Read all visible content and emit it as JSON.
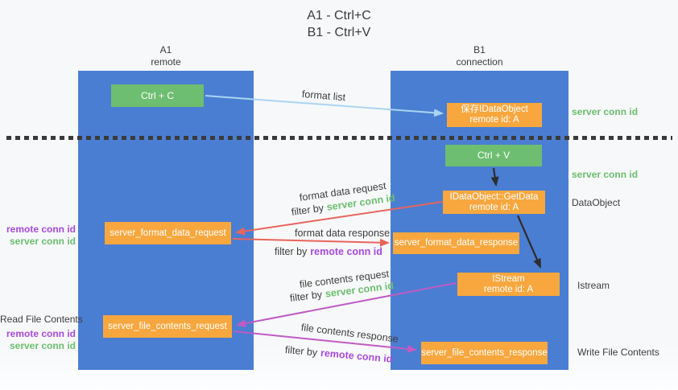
{
  "title": {
    "line1": "A1 - Ctrl+C",
    "line2": "B1 - Ctrl+V"
  },
  "lanes": {
    "left": {
      "name": "A1",
      "subtitle": "remote"
    },
    "right": {
      "name": "B1",
      "subtitle": "connection"
    }
  },
  "nodes": {
    "ctrl_c": "Ctrl + C",
    "ctrl_v": "Ctrl + V",
    "save_idataobject": {
      "line1": "保存IDataObject",
      "line2": "remote id: A"
    },
    "getdata": {
      "line1": "IDataObject::GetData",
      "line2": "remote id: A"
    },
    "istream": {
      "line1": "IStream",
      "line2": "remote id: A"
    },
    "server_format_data_request": "server_format_data_request",
    "server_format_data_response": "server_format_data_response",
    "server_file_contents_request": "server_file_contents_request",
    "server_file_contents_response": "server_file_contents_response"
  },
  "labels": {
    "format_list": "format list",
    "format_data_request": "format data request",
    "format_data_response": "format data response",
    "file_contents_request": "file contents request",
    "file_contents_response": "file contents response",
    "filter_by": "filter by",
    "server_conn_id": "server conn id",
    "remote_conn_id": "remote conn id",
    "dataobject": "DataObject",
    "istream_side": "Istream",
    "read_file_contents": "Read File Contents",
    "write_file_contents": "Write File Contents"
  },
  "colors": {
    "lane_blue": "#4a7ed2",
    "node_orange": "#f7a73e",
    "node_green": "#6dbe70",
    "green_text": "#6abf6e",
    "purple_text": "#a64ad9",
    "arrow_red": "#e8655c",
    "arrow_magenta": "#c05bc4",
    "arrow_lightblue": "#a9d5f2",
    "arrow_black": "#2d2d2d",
    "divider_black": "#3a3a3a"
  }
}
